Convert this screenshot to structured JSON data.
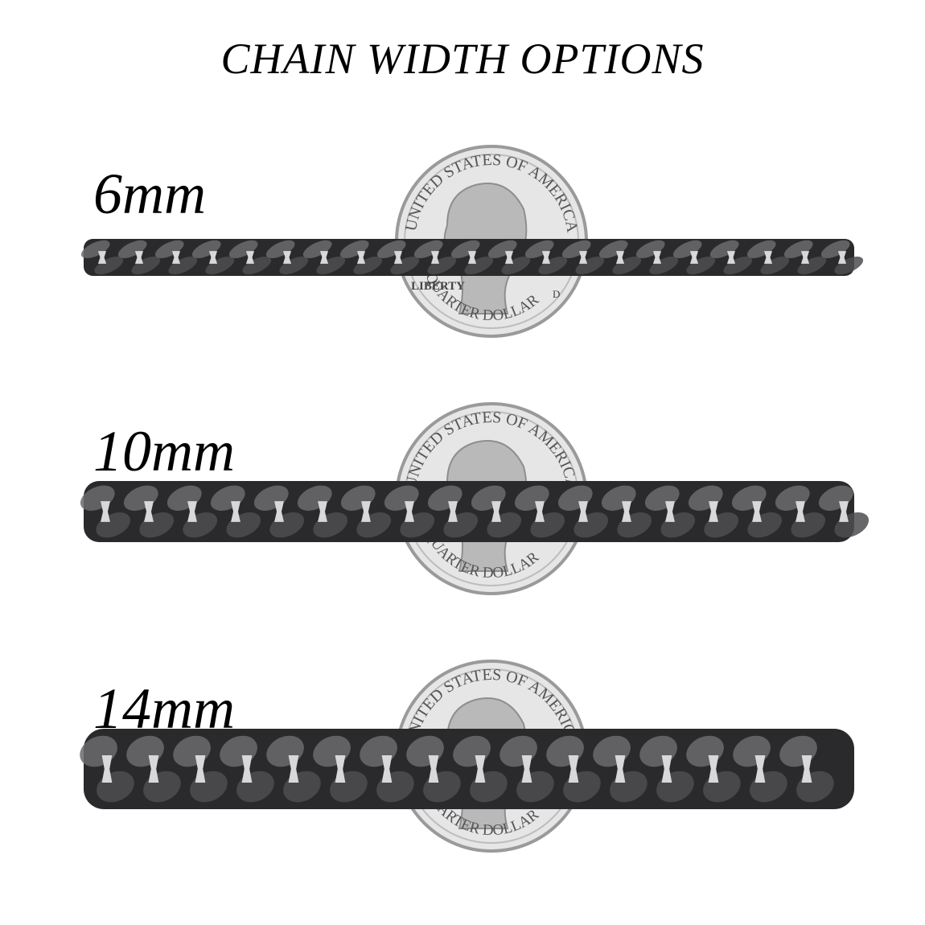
{
  "title": "CHAIN WIDTH OPTIONS",
  "coin": {
    "top_text": "UNITED STATES OF AMERICA",
    "bottom_text": "QUARTER DOLLAR",
    "left_text": "LIBERTY",
    "mint_mark": "D"
  },
  "options": [
    {
      "label": "6mm"
    },
    {
      "label": "10mm"
    },
    {
      "label": "14mm"
    }
  ],
  "colors": {
    "chain": "#2a2a2c",
    "chain_highlight": "#6b6b6e",
    "coin": "#e6e6e6",
    "coin_rim": "#9a9a9a"
  }
}
